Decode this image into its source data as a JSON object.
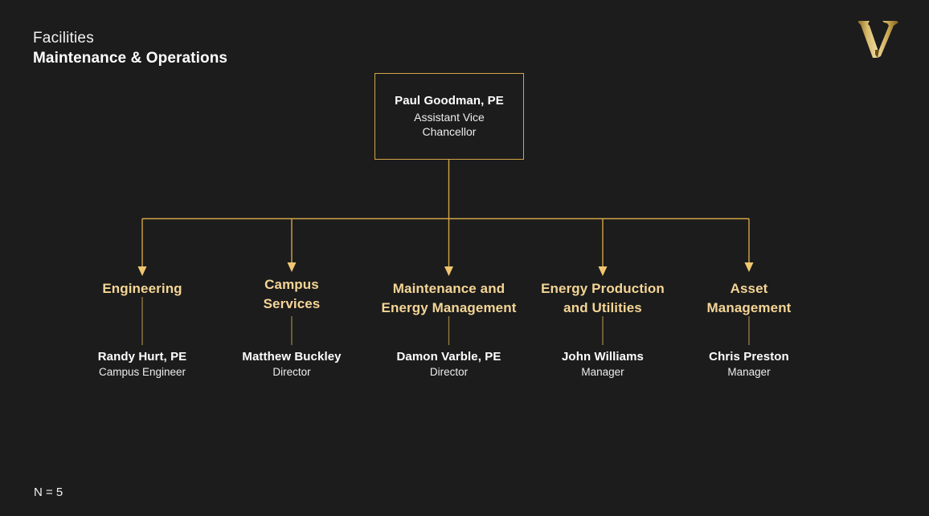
{
  "header": {
    "line1": "Facilities",
    "line2": "Maintenance & Operations"
  },
  "logo": {
    "name": "vanderbilt-v-logo",
    "letter": "V",
    "gold_light": "#e9cf8f",
    "gold_mid": "#c9a martin",
    "gold_dark": "#8a6a26"
  },
  "colors": {
    "background": "#1c1c1c",
    "connector": "#d3a548",
    "dept_heading": "#f4d596",
    "name_text": "#ffffff",
    "title_text": "#ededed"
  },
  "root": {
    "name": "Paul Goodman, PE",
    "title_line1": "Assistant Vice",
    "title_line2": "Chancellor"
  },
  "departments": [
    {
      "dept_line1": "Engineering",
      "dept_line2": "",
      "person_name": "Randy Hurt, PE",
      "person_title": "Campus Engineer"
    },
    {
      "dept_line1": "Campus",
      "dept_line2": "Services",
      "person_name": "Matthew Buckley",
      "person_title": "Director"
    },
    {
      "dept_line1": "Maintenance and",
      "dept_line2": "Energy Management",
      "person_name": "Damon Varble, PE",
      "person_title": "Director"
    },
    {
      "dept_line1": "Energy Production",
      "dept_line2": "and Utilities",
      "person_name": "John Williams",
      "person_title": "Manager"
    },
    {
      "dept_line1": "Asset",
      "dept_line2": "Management",
      "person_name": "Chris Preston",
      "person_title": "Manager"
    }
  ],
  "footer": {
    "count_label": "N = 5"
  }
}
